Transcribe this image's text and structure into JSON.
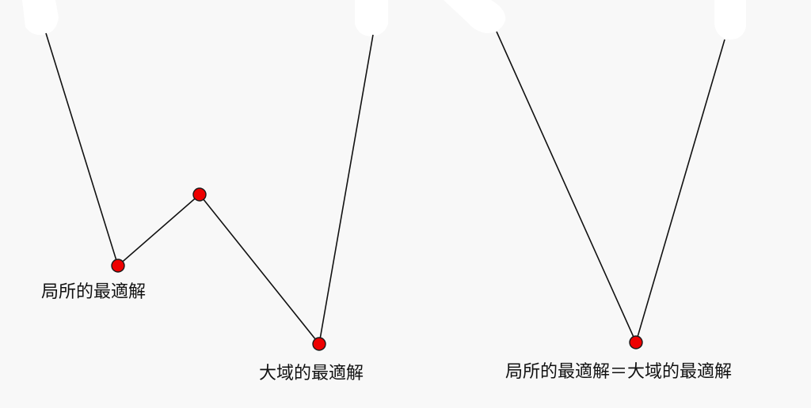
{
  "colors": {
    "background": "#f8f8f8",
    "line": "#111111",
    "point": "#ee0000"
  },
  "left_diagram": {
    "local_optimum_label": "局所的最適解",
    "global_optimum_label": "大域的最適解"
  },
  "right_diagram": {
    "combined_label": "局所的最適解＝大域的最適解"
  }
}
